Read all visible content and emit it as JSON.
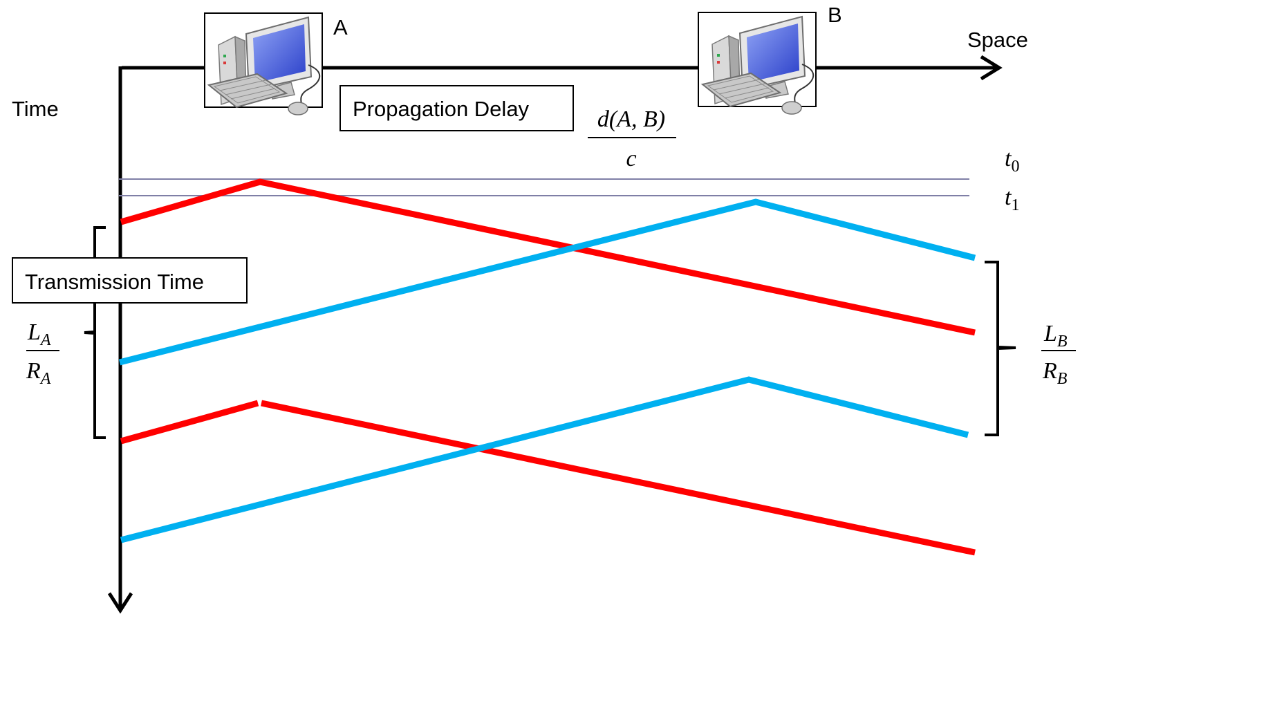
{
  "labels": {
    "node_a": "A",
    "node_b": "B",
    "space_axis": "Space",
    "time_axis": "Time",
    "propagation_box": "Propagation Delay",
    "transmission_box": "Transmission Time",
    "t0": {
      "base": "t",
      "sub": "0"
    },
    "t1": {
      "base": "t",
      "sub": "1"
    },
    "prop_formula": {
      "numerator": "d(A, B)",
      "denominator": "c"
    },
    "trans_a_formula": {
      "num_base": "L",
      "num_sub": "A",
      "den_base": "R",
      "den_sub": "A"
    },
    "trans_b_formula": {
      "num_base": "L",
      "num_sub": "B",
      "den_base": "R",
      "den_sub": "B"
    }
  },
  "icons": {
    "computer_a": "desktop-computer-icon",
    "computer_b": "desktop-computer-icon"
  },
  "colors": {
    "packet_a": "#ff0000",
    "packet_b": "#00b0f0",
    "axis": "#000000",
    "time_marker": "#7f7fa6"
  }
}
